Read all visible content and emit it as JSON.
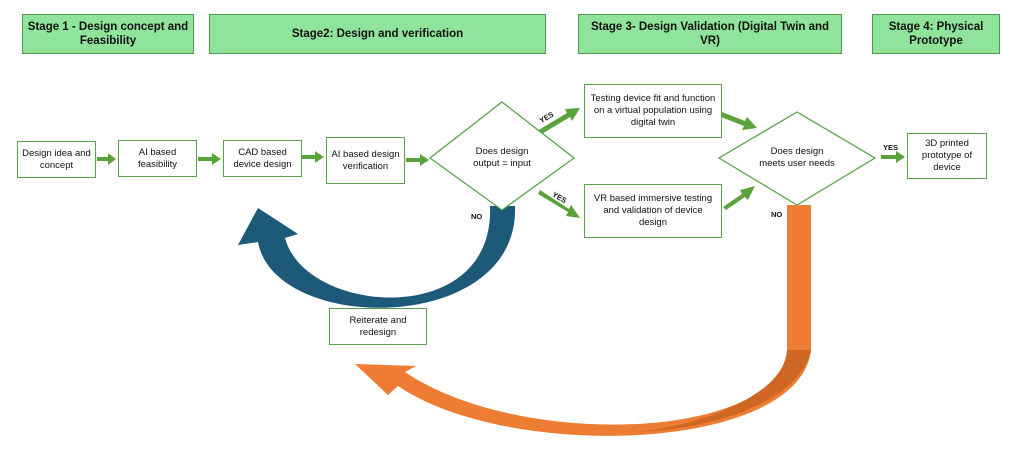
{
  "stages": {
    "s1": "Stage 1 - Design concept and Feasibility",
    "s2": "Stage2: Design and verification",
    "s3": "Stage 3- Design Validation (Digital Twin and VR)",
    "s4": "Stage 4: Physical Prototype"
  },
  "steps": {
    "idea": "Design idea and concept",
    "ai_feasibility": "AI based feasibility",
    "cad": "CAD based device design",
    "ai_verification": "AI based design verification",
    "decision1": "Does design output = input",
    "digital_twin": "Testing device fit and function on a virtual population using digital twin",
    "vr": "VR based immersive testing and validation of device design",
    "decision2": "Does design meets user needs",
    "prototype": "3D printed prototype of device",
    "reiterate": "Reiterate and redesign"
  },
  "labels": {
    "yes_top": "YES",
    "yes_bottom": "YES",
    "no_left": "NO",
    "yes_final": "YES",
    "no_right": "NO"
  },
  "colors": {
    "stage_fill": "#8fe39a",
    "arrow_green": "#5aa33a",
    "loop_blue": "#1d5a7a",
    "loop_orange": "#ee7c33"
  }
}
